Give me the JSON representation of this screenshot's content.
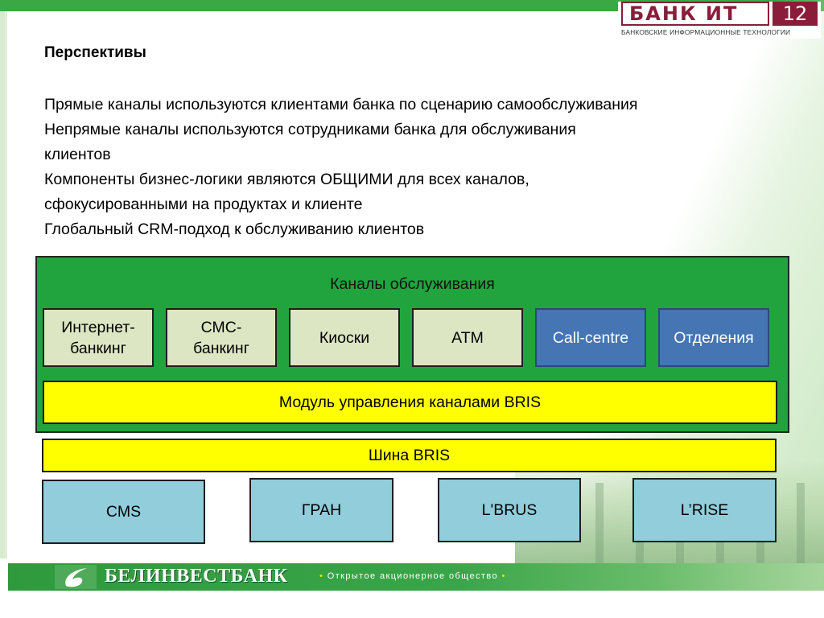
{
  "logo": {
    "name": "БАНК ИТ",
    "number": "12",
    "subtitle": "БАНКОВСКИЕ ИНФОРМАЦИОННЫЕ ТЕХНОЛОГИИ"
  },
  "heading": "Перспективы",
  "bullets": [
    "Прямые каналы используются клиентами банка по сценарию самообслуживания",
    "Непрямые каналы используются сотрудниками банка для обслуживания",
    "клиентов",
    "Компоненты бизнес-логики являются ОБЩИМИ для всех каналов,",
    "сфокусированными на продуктах и клиенте",
    "Глобальный CRM-подход к обслуживанию клиентов"
  ],
  "channels": {
    "title": "Каналы обслуживания",
    "items": [
      {
        "line1": "Интернет-",
        "line2": "банкинг",
        "color": "#dce6c3"
      },
      {
        "line1": "СМС-",
        "line2": "банкинг",
        "color": "#dce6c3"
      },
      {
        "line1": "Киоски",
        "line2": "",
        "color": "#dce6c3"
      },
      {
        "line1": "ATM",
        "line2": "",
        "color": "#dce6c3"
      },
      {
        "line1": "Call-centre",
        "line2": "",
        "color": "#4575b2"
      },
      {
        "line1": "Отделения",
        "line2": "",
        "color": "#4575b2"
      }
    ],
    "module": "Модуль управления каналами BRIS"
  },
  "bus": "Шина BRIS",
  "systems": [
    "CMS",
    "ГРАН",
    "L'BRUS",
    "L’RISE"
  ],
  "footer": {
    "bank_name": "БЕЛИНВЕСТБАНК",
    "subtitle": "Открытое акционерное общество"
  },
  "colors": {
    "accent_green": "#21a43d",
    "module_yellow": "#ffff00",
    "system_blue": "#92cddc",
    "logo_maroon": "#8a1d3a"
  }
}
